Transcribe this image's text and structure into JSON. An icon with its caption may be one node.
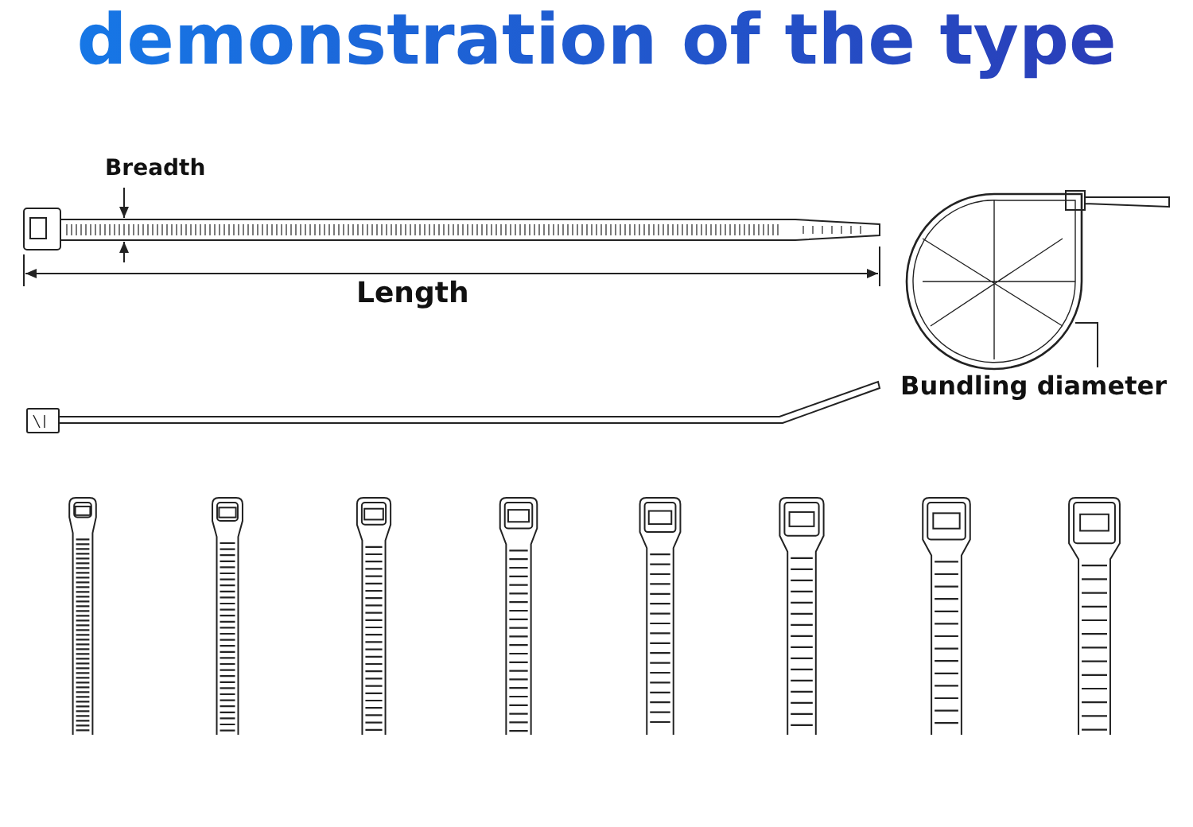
{
  "diagram": {
    "title": "demonstration of the type",
    "nodes": [
      {
        "text": [
          "Bundling diameter"
        ]
      },
      {
        "text": [],
        "shape": "picture"
      }
    ],
    "edges": [
      {
        "from": 0,
        "to": 1,
        "arrow": "none"
      }
    ],
    "labels": [
      "Breadth",
      "Length"
    ]
  }
}
